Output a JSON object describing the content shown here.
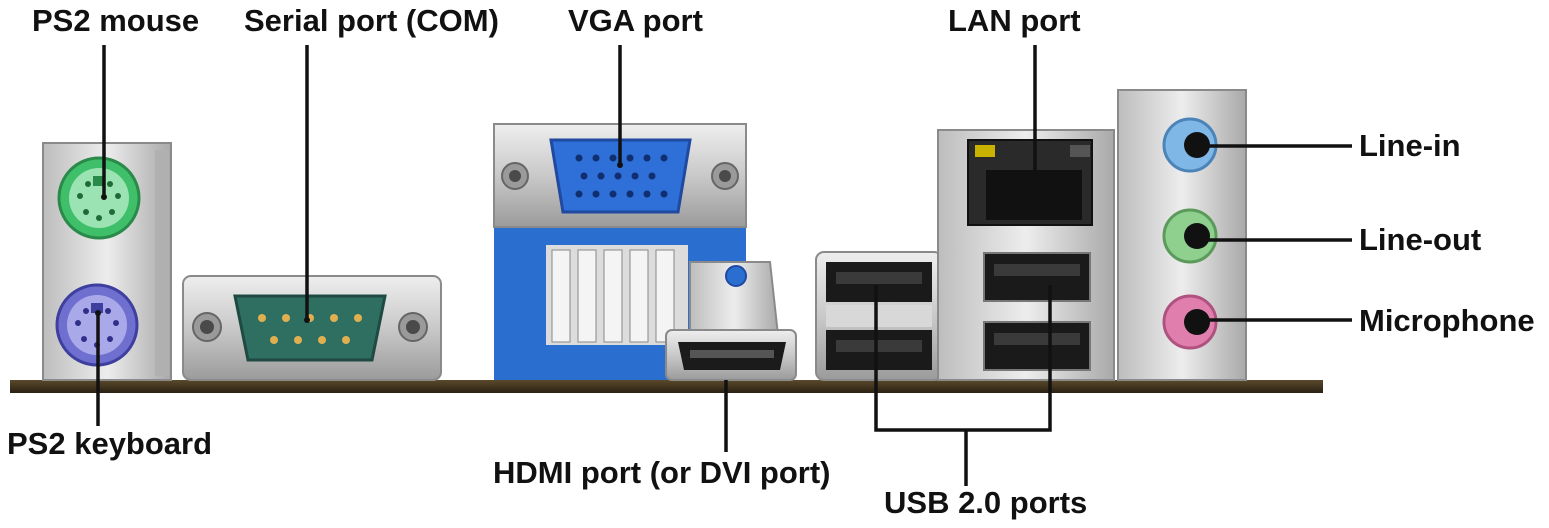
{
  "labels": {
    "ps2_mouse": "PS2 mouse",
    "serial_port": "Serial port (COM)",
    "vga_port": "VGA port",
    "lan_port": "LAN port",
    "line_in": "Line-in",
    "line_out": "Line-out",
    "microphone": "Microphone",
    "ps2_keyboard": "PS2 keyboard",
    "hdmi_port": "HDMI port (or DVI port)",
    "usb_ports": "USB 2.0 ports"
  },
  "colors": {
    "leader_line": "#111111",
    "label_text": "#111111",
    "pcb": "#3a2e1c",
    "metal": "#cfcfcf",
    "ps2_mouse_green": "#3fbf6a",
    "ps2_keyboard_purple": "#6f6fd0",
    "serial_teal": "#2f6f62",
    "vga_blue": "#2f6fd8",
    "bracket_blue": "#2a6fd0",
    "audio_line_in": "#7fb7e6",
    "audio_line_out": "#8fd08f",
    "audio_mic": "#e07fae"
  }
}
